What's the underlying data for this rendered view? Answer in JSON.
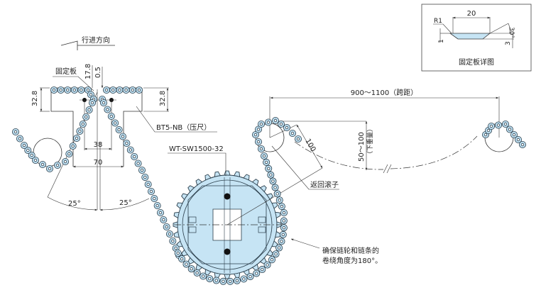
{
  "labels": {
    "travel_direction": "行进方向",
    "fixed_plate": "固定板",
    "dim_17_8": "17.8",
    "dim_0_5": "0.5",
    "dim_32_8_left": "32.8",
    "dim_32_8_right": "32.8",
    "dim_38": "38",
    "dim_70": "70",
    "angle_left": "25°",
    "angle_right": "25°",
    "hold_down_rail": "BT5-NB（压尺）",
    "sprocket_model": "WT-SW1500-32",
    "span": "900～1100（跨距）",
    "dim_100": "100",
    "sag_value": "50～100",
    "sag_label": "（下垂量）",
    "return_roller": "返回滚子",
    "wrap_note_line1": "确保链轮和链条的",
    "wrap_note_line2": "卷绕角度为180°。"
  },
  "detail": {
    "title": "固定板详图",
    "radius": "R1",
    "width": "20",
    "thickness": "1",
    "depth": "3",
    "angle": "30°"
  },
  "colors": {
    "chain_fill": "#bfe0f2",
    "sprocket_fill": "#c6e4f4",
    "line": "#333333"
  }
}
